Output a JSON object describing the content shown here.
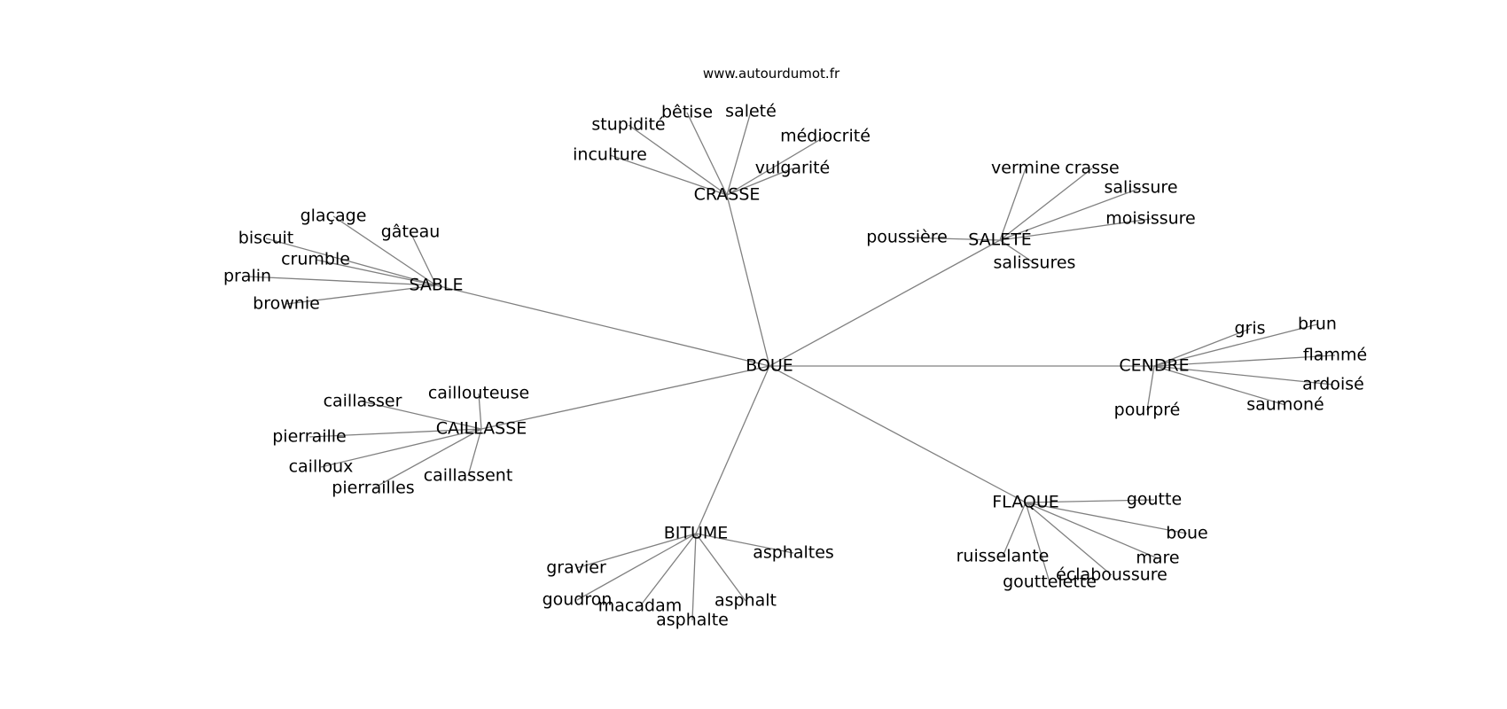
{
  "site": "www.autourdumot.fr",
  "center": "BOUE",
  "edge_color": "#808080",
  "groups": [
    {
      "hub": "CRASSE",
      "words": [
        "stupidité",
        "bêtise",
        "saleté",
        "médiocrité",
        "inculture",
        "vulgarité"
      ]
    },
    {
      "hub": "SALETÉ",
      "words": [
        "vermine",
        "crasse",
        "salissure",
        "moisissure",
        "poussière",
        "salissures"
      ]
    },
    {
      "hub": "SABLE",
      "words": [
        "glaçage",
        "gâteau",
        "biscuit",
        "crumble",
        "pralin",
        "brownie"
      ]
    },
    {
      "hub": "CENDRE",
      "words": [
        "gris",
        "brun",
        "flammé",
        "ardoisé",
        "saumoné",
        "pourpré"
      ]
    },
    {
      "hub": "CAILLASSE",
      "words": [
        "caillouteuse",
        "caillasser",
        "pierraille",
        "cailloux",
        "pierrailles",
        "caillassent"
      ]
    },
    {
      "hub": "FLAQUE",
      "words": [
        "goutte",
        "boue",
        "mare",
        "éclaboussure",
        "gouttelette",
        "ruisselante"
      ]
    },
    {
      "hub": "BITUME",
      "words": [
        "asphaltes",
        "gravier",
        "goudron",
        "macadam",
        "asphalte",
        "asphalt"
      ]
    }
  ]
}
